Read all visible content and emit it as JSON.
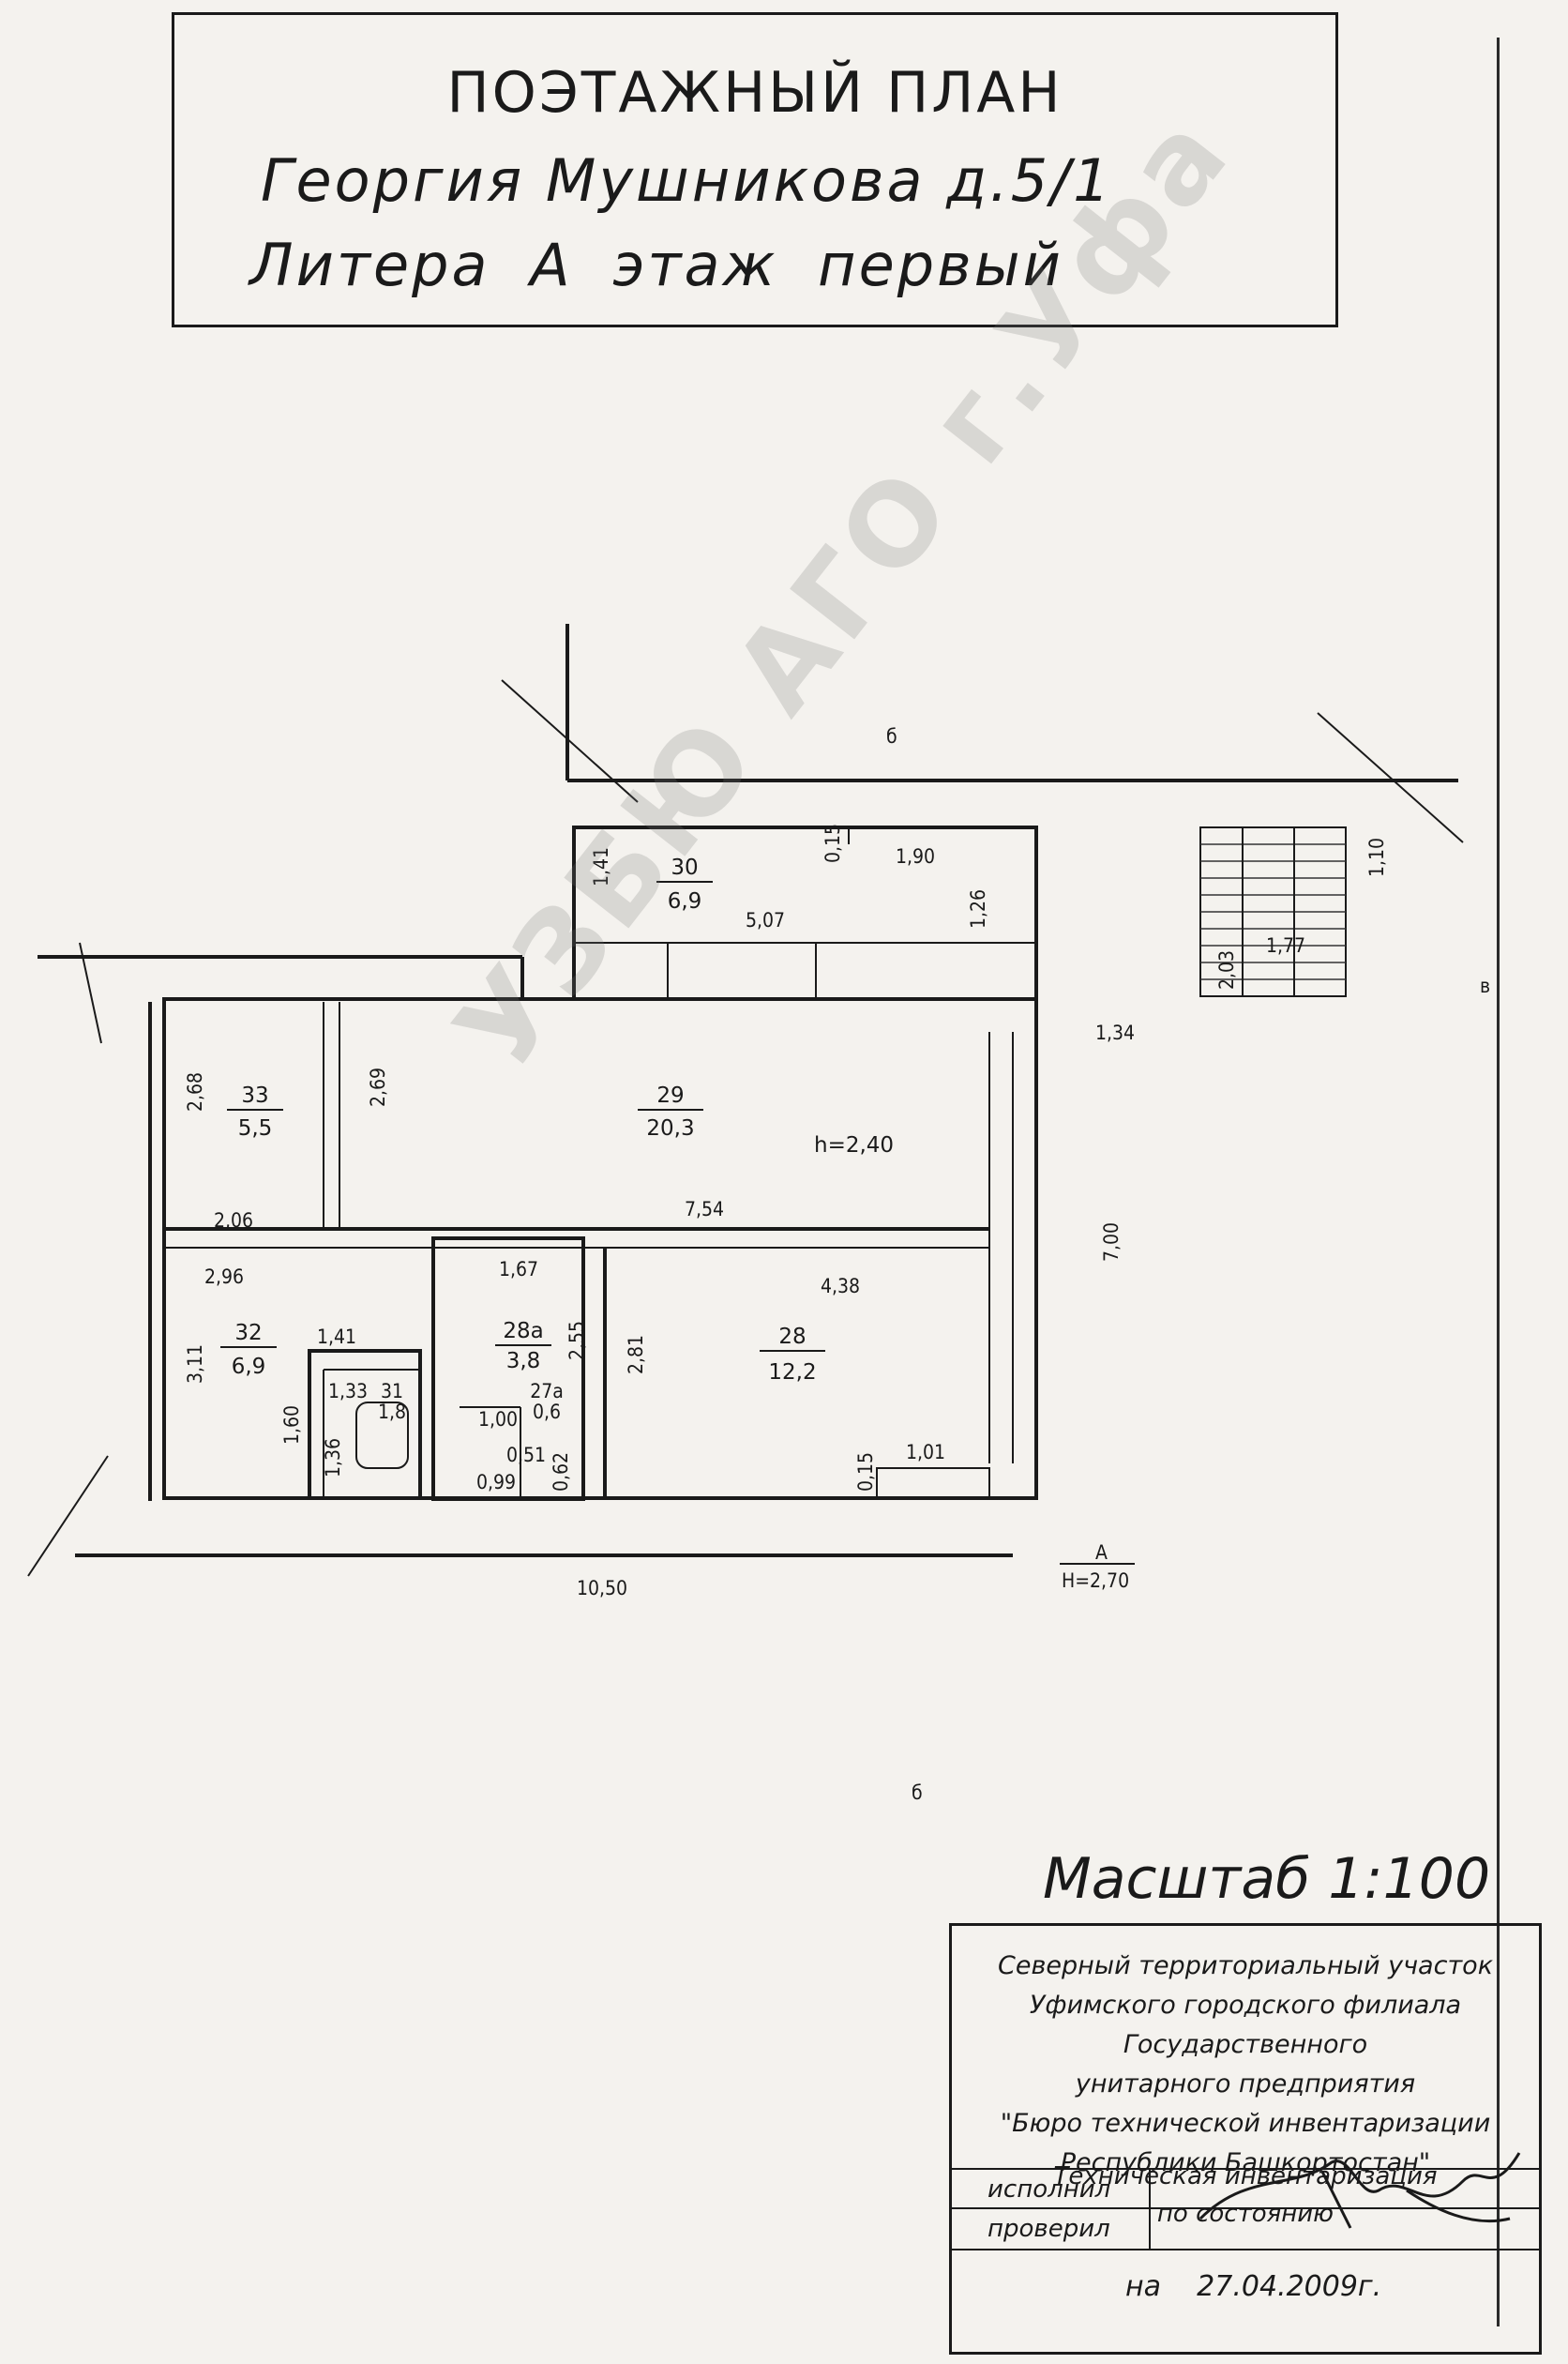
{
  "title": {
    "line1": "ПОЭТАЖНЫЙ ПЛАН",
    "line2": "Георгия Мушникова д.5/1",
    "line3": "Литера  А  этаж первый"
  },
  "rooms": [
    {
      "id": "r30",
      "number": "30",
      "area": "6,9"
    },
    {
      "id": "r33",
      "number": "33",
      "area": "5,5"
    },
    {
      "id": "r29",
      "number": "29",
      "area": "20,3"
    },
    {
      "id": "r32",
      "number": "32",
      "area": "6,9"
    },
    {
      "id": "r31",
      "number": "31",
      "area": "1,8"
    },
    {
      "id": "r28a",
      "number": "28а",
      "area": "3,8"
    },
    {
      "id": "r27a",
      "number": "27а",
      "area": "0,6"
    },
    {
      "id": "r28",
      "number": "28",
      "area": "12,2"
    }
  ],
  "dimensions": {
    "d141": "1,41",
    "d015a": "0,15",
    "d190": "1,90",
    "d507": "5,07",
    "d126": "1,26",
    "d110": "1,10",
    "d203": "2,03",
    "d177": "1,77",
    "d134": "1,34",
    "d268": "2,68",
    "d269": "2,69",
    "d206": "2,06",
    "d754": "7,54",
    "d700": "7,00",
    "d296": "2,96",
    "d311": "3,11",
    "d141b": "1,41",
    "d133": "1,33",
    "d160": "1,60",
    "d136": "1,36",
    "d167": "1,67",
    "d255": "2,55",
    "d281": "2,81",
    "d438": "4,38",
    "d100": "1,00",
    "d051": "0,51",
    "d062": "0,62",
    "d099": "0,99",
    "d015b": "0,15",
    "d101": "1,01",
    "d1050": "10,50"
  },
  "heights": {
    "room29": "h=2,40",
    "literA": "А",
    "literH": "H=2,70"
  },
  "marks": {
    "m1": "б",
    "m2": "в",
    "m3": "б"
  },
  "watermark": "УЗБЮ АГО г.Уфа",
  "scale": "Масштаб  1:100",
  "stamp": {
    "org_lines": [
      "Северный территориальный участок",
      "Уфимского городского филиала",
      "Государственного",
      "унитарного предприятия",
      "\"Бюро технической инвентаризации",
      "Республики Башкортостан\""
    ],
    "executed_label": "исполнил",
    "checked_label": "проверил",
    "tech_line1": "Техническая инвентаризация",
    "tech_line2": "по состоянию",
    "date_prefix": "на",
    "date": "27.04.2009г."
  }
}
